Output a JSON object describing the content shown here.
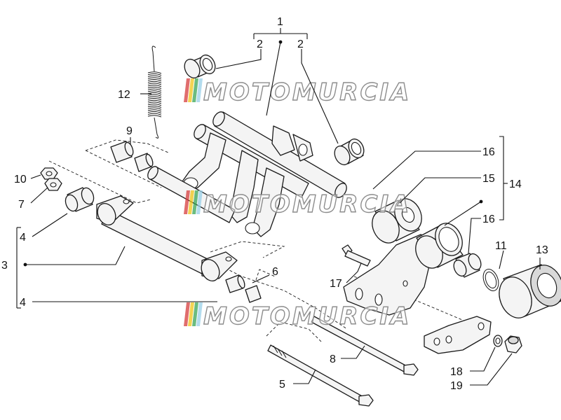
{
  "callouts": {
    "c1": "1",
    "c2a": "2",
    "c2b": "2",
    "c3": "3",
    "c4a": "4",
    "c4b": "4",
    "c5": "5",
    "c6": "6",
    "c7": "7",
    "c8": "8",
    "c9": "9",
    "c10": "10",
    "c11": "11",
    "c12": "12",
    "c13": "13",
    "c14": "14",
    "c15": "15",
    "c16a": "16",
    "c16b": "16",
    "c17": "17",
    "c18": "18",
    "c19": "19"
  },
  "watermark": {
    "text": "MOTOMURCIA",
    "stripe_colors": [
      "#d63c3c",
      "#f0c419",
      "#3aa655",
      "#9ad0e8"
    ]
  },
  "colors": {
    "line": "#1a1a1a",
    "part_fill": "#f4f4f4"
  }
}
